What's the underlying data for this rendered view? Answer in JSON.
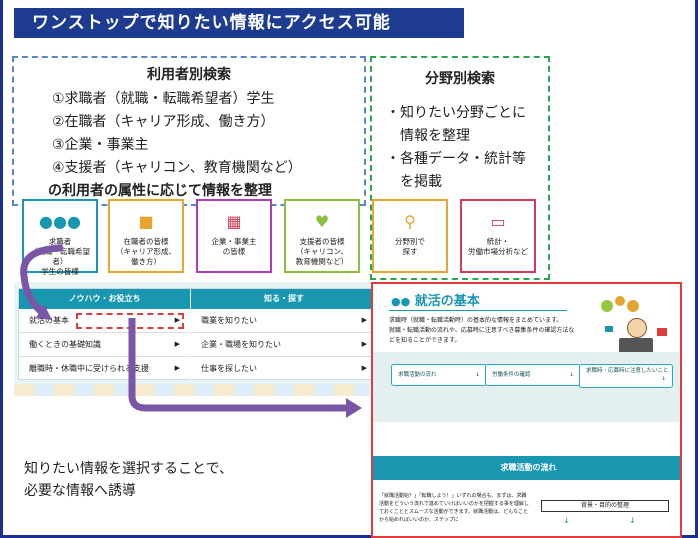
{
  "title": "ワンストップで知りたい情報にアクセス可能",
  "user_search": {
    "heading": "利用者別検索",
    "items": [
      "①求職者（就職・転職希望者）学生",
      "②在職者（キャリア形成、働き方）",
      "③企業・事業主",
      "④支援者（キャリコン、教育機関など）"
    ],
    "summary": "の利用者の属性に応じて情報を整理"
  },
  "field_search": {
    "heading": "分野別検索",
    "items": [
      "・知りたい分野ごとに",
      "情報を整理",
      "・各種データ・統計等",
      "を掲載"
    ]
  },
  "cards": [
    {
      "label": "求職者\n（就職・転職希望者）\n学生の皆様",
      "icon": "users-icon",
      "color": "#1a97b0"
    },
    {
      "label": "在職者の皆様\n（キャリア形成、\n働き方）",
      "icon": "worker-icon",
      "color": "#e5a531"
    },
    {
      "label": "企業・事業主\nの皆様",
      "icon": "building-icon",
      "color": "#b03ab7"
    },
    {
      "label": "支援者の皆様\n（キャリコン、\n教育機関など）",
      "icon": "handshake-icon",
      "color": "#8cbf3f"
    },
    {
      "label": "分野別で\n探す",
      "icon": "search-icon",
      "color": "#e5a531"
    },
    {
      "label": "統計・\n労働市場分析など",
      "icon": "chart-icon",
      "color": "#d23b5a"
    }
  ],
  "nav": {
    "col1_head": "ノウハウ・お役立ち",
    "col2_head": "知る・探す",
    "col1_items": [
      "就活の基本",
      "働くときの基礎知識",
      "離職時・休職中に受けられる支援"
    ],
    "col2_items": [
      "職業を知りたい",
      "企業・職場を知りたい",
      "仕事を探したい"
    ]
  },
  "caption": [
    "知りたい情報を選択することで、",
    "必要な情報へ誘導"
  ],
  "panel": {
    "title": "就活の基本",
    "desc": "求職時（就職・転職活動時）の基本的な情報をまとめています。\n就職・転職活動の流れや、応募時に注意すべき募集条件の確認方法などを知ることができます。",
    "buttons": [
      "求職活動の流れ",
      "労働条件の確認",
      "求職時・応募時に注意したいこと"
    ],
    "band_title": "求職活動の流れ",
    "sub_box": "背景・目的の整理",
    "body": "「就職活動始？」「転職しよう！」いずれの場合も、まずは、求職活動をどういう流れで進めていけばいいのかを把握する事を理解しておくこととスムーズな活動ができます。就職活動は、どんなことから始めればいいのか、ステップに"
  },
  "colors": {
    "accent": "#1d3c8f",
    "teal": "#1a97b0",
    "red": "#e23b3b",
    "purple": "#7a57a6"
  }
}
